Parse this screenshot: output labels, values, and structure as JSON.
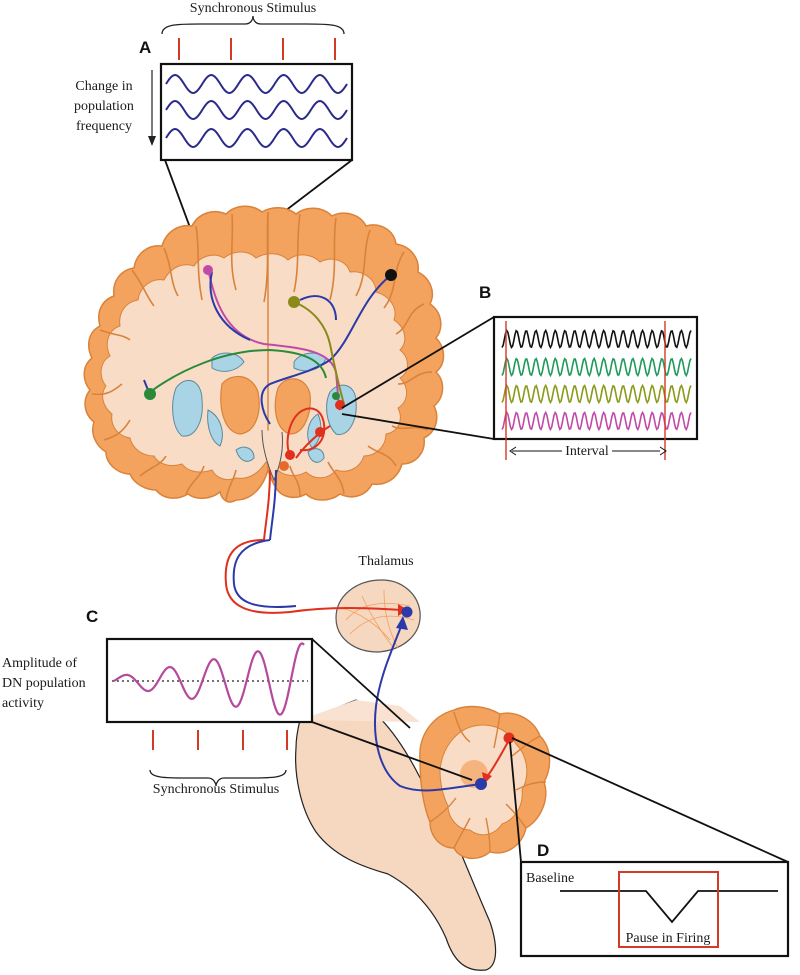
{
  "panels": {
    "a": {
      "letter": "A",
      "top_label": "Synchronous Stimulus",
      "side_label_lines": [
        "Change in",
        "population",
        "frequency"
      ]
    },
    "b": {
      "letter": "B",
      "interval_label": "Interval",
      "wave_colors": [
        "#111111",
        "#1f9a5a",
        "#8a9a1a",
        "#c04aa8"
      ]
    },
    "c": {
      "letter": "C",
      "side_label_lines": [
        "Amplitude of",
        "DN population",
        "activity"
      ],
      "bottom_label": "Synchronous Stimulus"
    },
    "d": {
      "letter": "D",
      "baseline_label": "Baseline",
      "pause_label": "Pause in Firing"
    }
  },
  "structures": {
    "thalamus_label": "Thalamus"
  },
  "colors": {
    "brain_fill": "#f6d7bf",
    "brain_edge": "#e08a3c",
    "ventricle": "#a9d4e6",
    "stimulus_tick": "#d43a26",
    "panel_a_wave": "#2a2a8a",
    "panel_c_wave": "#b54a9c",
    "path_blue": "#2b3aa8",
    "path_red": "#e0301e",
    "path_green": "#2a8a3a",
    "path_pink": "#c04aa8",
    "path_olive": "#8a8a1a"
  }
}
